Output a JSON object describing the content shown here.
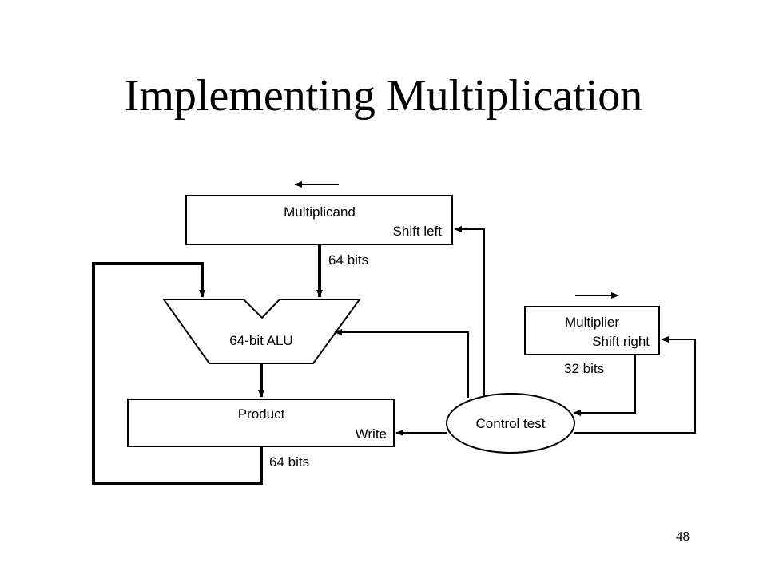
{
  "slide": {
    "title": "Implementing Multiplication",
    "page_number": "48"
  },
  "diagram": {
    "multiplicand": {
      "name": "Multiplicand",
      "action": "Shift left"
    },
    "multiplier": {
      "name": "Multiplier",
      "action": "Shift right"
    },
    "product": {
      "name": "Product",
      "action": "Write"
    },
    "alu": {
      "name": "64-bit ALU"
    },
    "control": {
      "name": "Control test"
    },
    "widths": {
      "multiplicand_bus": "64 bits",
      "multiplier_bus": "32 bits",
      "product_bus": "64 bits"
    }
  }
}
